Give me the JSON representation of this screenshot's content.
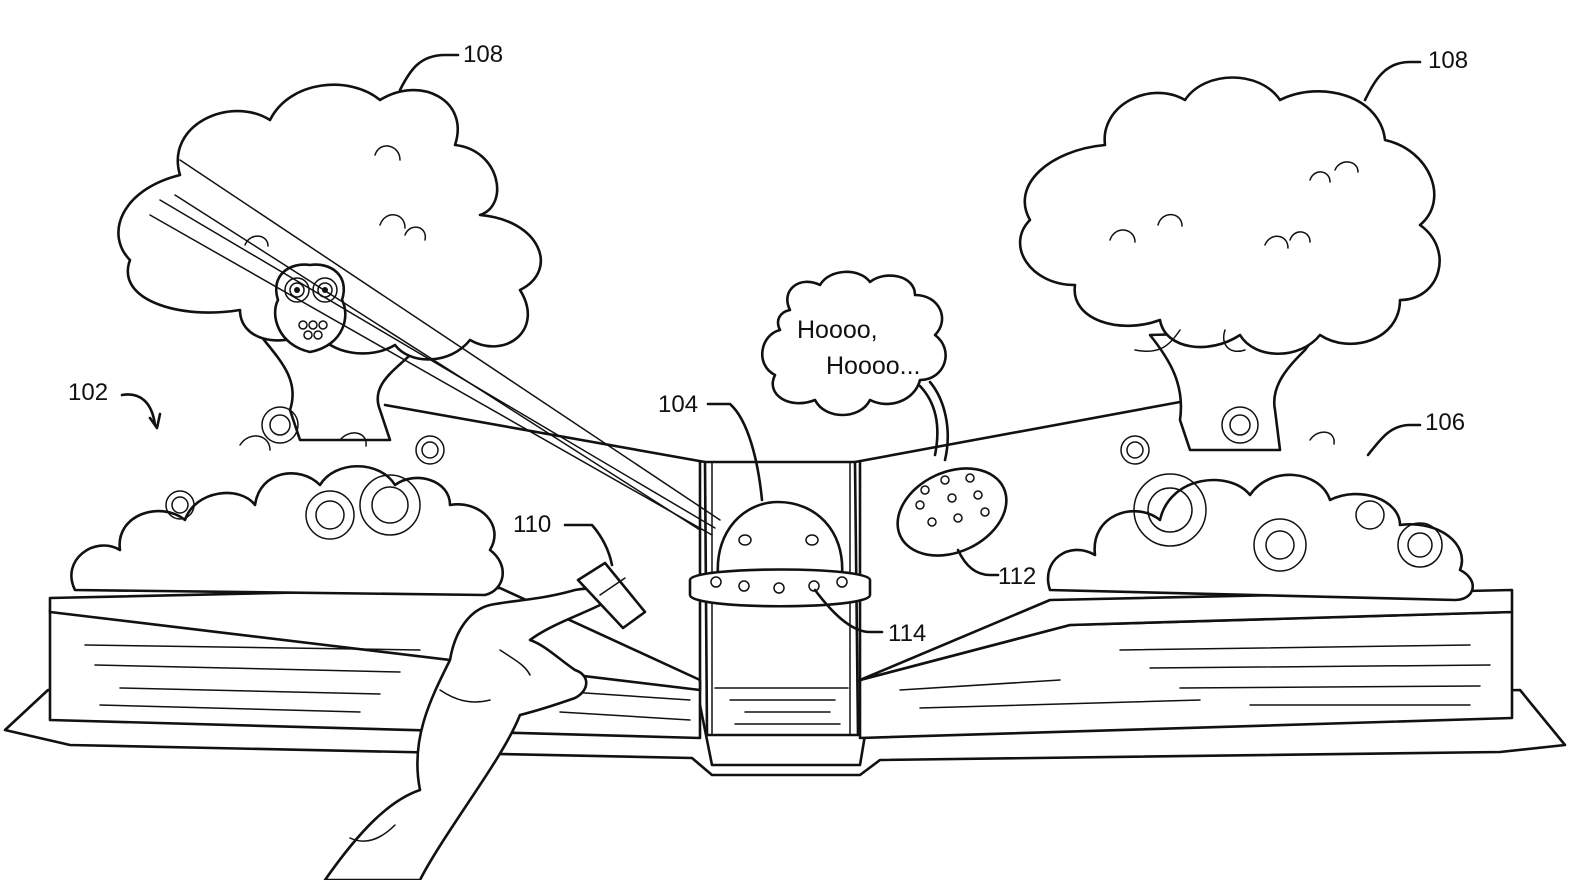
{
  "references": {
    "system": "102",
    "device": "104",
    "book": "106",
    "tree_left": "108",
    "tree_right": "108",
    "finger_marker": "110",
    "sound_device": "112",
    "light_ring": "114"
  },
  "speech_bubble": {
    "line1": "Hoooo,",
    "line2": "Hoooo..."
  }
}
